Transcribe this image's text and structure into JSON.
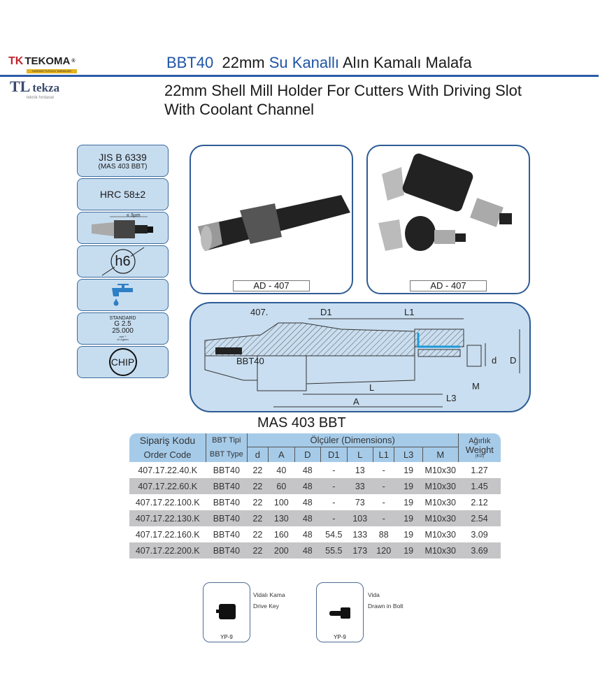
{
  "header": {
    "logo_tekoma": "TEKOMA",
    "logo_tekoma_tagline": "HASSAS TUTUCU TAKIMLARI",
    "logo_tekza": "tekza",
    "logo_tekza_tagline": "teknik hırdavat",
    "title_parts": [
      "BBT40",
      "22mm",
      "Su Kanallı",
      "Alın Kamalı Malafa"
    ],
    "subtitle_line1": "22mm Shell Mill Holder For Cutters With Driving Slot",
    "subtitle_line2": "With Coolant Channel"
  },
  "specs": {
    "standard": "JIS B 6339",
    "standard_sub": "(MAS 403 BBT)",
    "hardness": "HRC 58±2",
    "runout": "≤ 3µm",
    "tolerance": "h6",
    "balance_title": "STANDARD",
    "balance_grade": "G 2.5",
    "balance_rpm": "25.000",
    "balance_unit1": "min⁻¹",
    "balance_unit2": "U<1gmm",
    "chip": "CHIP"
  },
  "photos": [
    {
      "label": "AD - 407"
    },
    {
      "label": "AD - 407"
    }
  ],
  "drawing": {
    "labels": {
      "code": "407.",
      "d1": "D1",
      "l1": "L1",
      "bbt": "BBT40",
      "d": "d",
      "D": "D",
      "m": "M",
      "l": "L",
      "l3": "L3",
      "a": "A"
    }
  },
  "table": {
    "title": "MAS 403 BBT",
    "headers": {
      "order_tr": "Sipariş Kodu",
      "order_en": "Order Code",
      "type_tr": "BBT Tipi",
      "type_en": "BBT Type",
      "dims": "Ölçüler (Dimensions)",
      "weight_tr": "Ağırlık",
      "weight_en": "Weight",
      "weight_unit": "(KG)",
      "cols": [
        "d",
        "A",
        "D",
        "D1",
        "L",
        "L1",
        "L3",
        "M"
      ]
    },
    "rows": [
      [
        "407.17.22.40.K",
        "BBT40",
        "22",
        "40",
        "48",
        "-",
        "13",
        "-",
        "19",
        "M10x30",
        "1.27"
      ],
      [
        "407.17.22.60.K",
        "BBT40",
        "22",
        "60",
        "48",
        "-",
        "33",
        "-",
        "19",
        "M10x30",
        "1.45"
      ],
      [
        "407.17.22.100.K",
        "BBT40",
        "22",
        "100",
        "48",
        "-",
        "73",
        "-",
        "19",
        "M10x30",
        "2.12"
      ],
      [
        "407.17.22.130.K",
        "BBT40",
        "22",
        "130",
        "48",
        "-",
        "103",
        "-",
        "19",
        "M10x30",
        "2.54"
      ],
      [
        "407.17.22.160.K",
        "BBT40",
        "22",
        "160",
        "48",
        "54.5",
        "133",
        "88",
        "19",
        "M10x30",
        "3.09"
      ],
      [
        "407.17.22.200.K",
        "BBT40",
        "22",
        "200",
        "48",
        "55.5",
        "173",
        "120",
        "19",
        "M10x30",
        "3.69"
      ]
    ]
  },
  "accessories": [
    {
      "code": "YP-9",
      "name_tr": "Vidalı Kama",
      "name_en": "Drive Key"
    },
    {
      "code": "YP-9",
      "name_tr": "Vida",
      "name_en": "Drawn in Bolt"
    }
  ]
}
